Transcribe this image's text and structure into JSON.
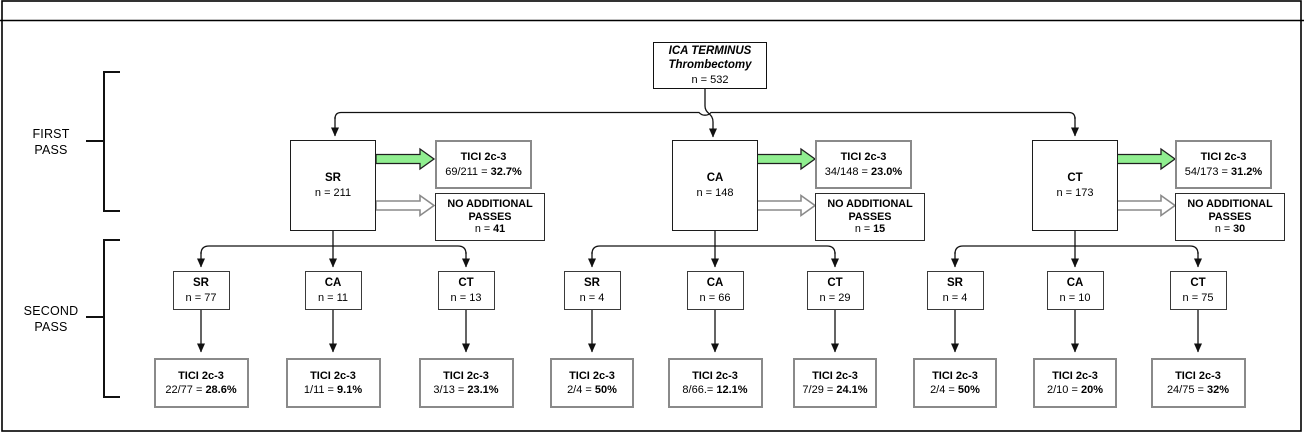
{
  "figure": {
    "type": "flowchart",
    "description": "ICA terminus thrombectomy first-pass and second-pass TICI outcomes by device"
  },
  "colors": {
    "success_arrow_green": "#90EE90",
    "hollow_arrow_outline": "#8a8a8a",
    "result_box_border": "#8a8a8a",
    "line_black": "#111111"
  },
  "root_box": {
    "line1": "ICA TERMINUS",
    "line2": "Thrombectomy",
    "n": "n = 532"
  },
  "stage_labels": {
    "first": {
      "line1": "FIRST",
      "line2": "PASS"
    },
    "second": {
      "line1": "SECOND",
      "line2": "PASS"
    }
  },
  "first_pass": [
    {
      "device": "SR",
      "n": "n = 211",
      "tici": {
        "title": "TICI 2c-3",
        "value": "69/211 = ",
        "pct": "32.7%"
      },
      "nap": {
        "line1": "NO ADDITIONAL",
        "line2": "PASSES",
        "prefix": "n = ",
        "count": "41"
      }
    },
    {
      "device": "CA",
      "n": "n = 148",
      "tici": {
        "title": "TICI 2c-3",
        "value": "34/148 = ",
        "pct": "23.0%"
      },
      "nap": {
        "line1": "NO ADDITIONAL",
        "line2": "PASSES",
        "prefix": "n = ",
        "count": "15"
      }
    },
    {
      "device": "CT",
      "n": "n = 173",
      "tici": {
        "title": "TICI 2c-3",
        "value": "54/173 = ",
        "pct": "31.2%"
      },
      "nap": {
        "line1": "NO ADDITIONAL",
        "line2": "PASSES",
        "prefix": "n = ",
        "count": "30"
      }
    }
  ],
  "second_pass": [
    {
      "device": "SR",
      "n": "n = 77",
      "tici": {
        "title": "TICI 2c-3",
        "value": "22/77 = ",
        "pct": "28.6%"
      }
    },
    {
      "device": "CA",
      "n": "n = 11",
      "tici": {
        "title": "TICI 2c-3",
        "value": "1/11 = ",
        "pct": "9.1%"
      }
    },
    {
      "device": "CT",
      "n": "n = 13",
      "tici": {
        "title": "TICI 2c-3",
        "value": "3/13 = ",
        "pct": "23.1%"
      }
    },
    {
      "device": "SR",
      "n": "n = 4",
      "tici": {
        "title": "TICI 2c-3",
        "value": "2/4 = ",
        "pct": "50%"
      }
    },
    {
      "device": "CA",
      "n": "n = 66",
      "tici": {
        "title": "TICI 2c-3",
        "value": "8/66.= ",
        "pct": "12.1%"
      }
    },
    {
      "device": "CT",
      "n": "n = 29",
      "tici": {
        "title": "TICI 2c-3",
        "value": "7/29 = ",
        "pct": "24.1%"
      }
    },
    {
      "device": "SR",
      "n": "n = 4",
      "tici": {
        "title": "TICI 2c-3",
        "value": "2/4 = ",
        "pct": "50%"
      }
    },
    {
      "device": "CA",
      "n": "n = 10",
      "tici": {
        "title": "TICI 2c-3",
        "value": "2/10 = ",
        "pct": "20%"
      }
    },
    {
      "device": "CT",
      "n": "n = 75",
      "tici": {
        "title": "TICI 2c-3",
        "value": "24/75 = ",
        "pct": "32%"
      }
    }
  ]
}
